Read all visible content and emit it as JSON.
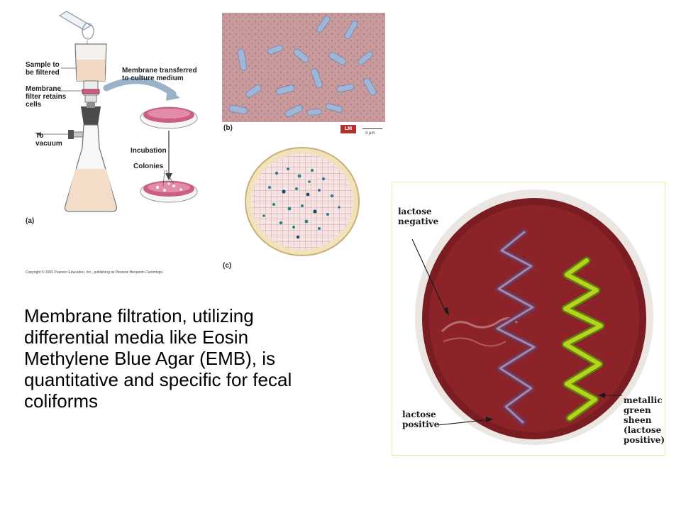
{
  "colors": {
    "agar_pink": "#d46a93",
    "sem_background": "#c99a9c",
    "bacteria": "#9fb6d8",
    "emb_agar": "#7a1d22",
    "metallic_green": "#b7d31e",
    "lm_badge": "#b4302c",
    "filter_grid": "#c98f9c"
  },
  "diagram_a": {
    "sample_label": "Sample to\nbe filtered",
    "membrane_label": "Membrane\nfilter retains\ncells",
    "vacuum_label": "To\nvacuum",
    "transfer_label": "Membrane transferred\nto culture medium",
    "incubation_label": "Incubation",
    "colonies_label": "Colonies",
    "panel_label": "(a)",
    "copyright": "Copyright © 2009 Pearson Education, Inc., publishing as Pearson Benjamin Cummings."
  },
  "micrograph_b": {
    "panel_label": "(b)",
    "badge": "LM",
    "scale": "3 μm"
  },
  "filter_c": {
    "panel_label": "(c)"
  },
  "emb_photo": {
    "lactose_negative": "lactose\nnegative",
    "lactose_positive": "lactose\npositive",
    "metallic_sheen": "metallic\ngreen\nsheen\n(lactose\npositive)"
  },
  "caption": "Membrane filtration, utilizing differential media like Eosin Methylene Blue Agar (EMB), is quantitative and specific for fecal coliforms"
}
